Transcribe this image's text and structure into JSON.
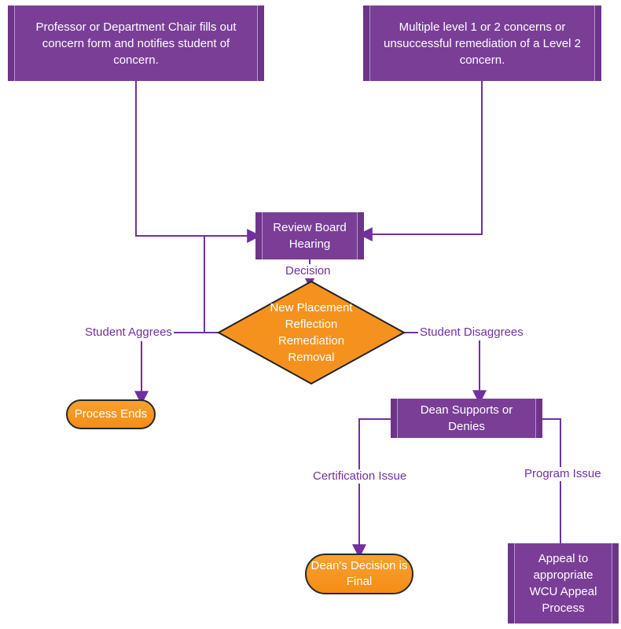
{
  "diagram": {
    "type": "flowchart",
    "colors": {
      "box_fill": "#7a3e97",
      "box_edge_stripe": "#6e3489",
      "box_bevel_line": "#b099cb",
      "connector": "#7030A0",
      "edge_label_text": "#7030A0",
      "decision_fill": "#f5921e",
      "terminator_fill": "#f7941e",
      "shape_outline": "#222222",
      "node_text": "#ffffff",
      "background": "#ffffff"
    },
    "nodes": {
      "professor": {
        "label": "Professor or Department Chair fills out\nconcern form and notifies student of\nconcern."
      },
      "multiple": {
        "label": "Multiple level 1 or 2 concerns or\nunsuccessful remediation of a Level 2\nconcern."
      },
      "review": {
        "label": "Review Board\nHearing"
      },
      "decision_diamond": {
        "label": "New Placement\nReflection\nRemediation\nRemoval"
      },
      "process_ends": {
        "label": "Process Ends"
      },
      "dean": {
        "label": "Dean Supports or\nDenies"
      },
      "deans_decision": {
        "label": "Dean's Decision is\nFinal"
      },
      "appeal": {
        "label": "Appeal to\nappropriate\nWCU Appeal\nProcess"
      }
    },
    "edge_labels": {
      "decision": "Decision",
      "student_agrees": "Student Aggrees",
      "student_disagrees": "Student Disaggrees",
      "certification_issue": "Certification Issue",
      "program_issue": "Program Issue"
    }
  }
}
